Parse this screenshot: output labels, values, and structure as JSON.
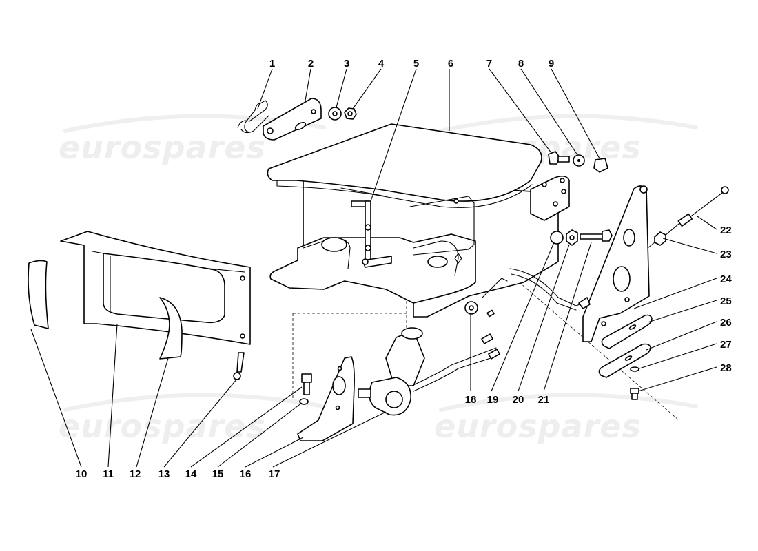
{
  "watermark": {
    "text": "eurospares",
    "color": "#eeeeee"
  },
  "callouts": [
    "1",
    "2",
    "3",
    "4",
    "5",
    "6",
    "7",
    "8",
    "9",
    "10",
    "11",
    "12",
    "13",
    "14",
    "15",
    "16",
    "17",
    "18",
    "19",
    "20",
    "21",
    "22",
    "23",
    "24",
    "25",
    "26",
    "27",
    "28"
  ],
  "colors": {
    "line": "#000000",
    "background": "#ffffff"
  }
}
